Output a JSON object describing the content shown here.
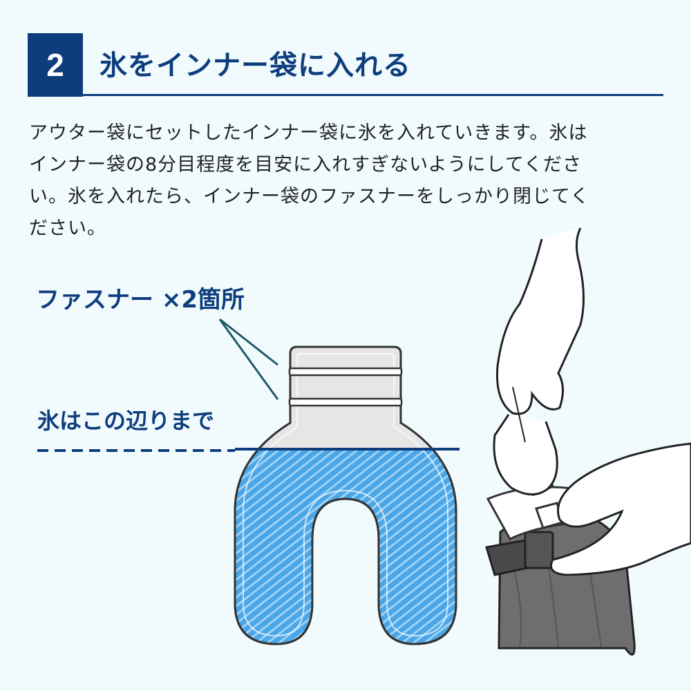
{
  "step": {
    "number": "2",
    "title": "氷をインナー袋に入れる"
  },
  "description": {
    "lines": [
      "アウター袋にセットしたインナー袋に氷を入れていきます。氷は",
      "インナー袋の8分目程度を目安に入れすぎないようにしてくださ",
      "い。氷を入れたら、インナー袋のファスナーをしっかり閉じてく",
      "ださい。"
    ]
  },
  "callouts": {
    "zipper": "ファスナー ×2箇所",
    "fill_level": "氷はこの辺りまで"
  },
  "colors": {
    "brand_navy": "#0e3d7e",
    "ice_blue": "#4aa6e6",
    "bag_gray": "#e6e6e6",
    "outer_bag_dark": "#6e6e6e",
    "leader_line": "#1d5a66"
  }
}
